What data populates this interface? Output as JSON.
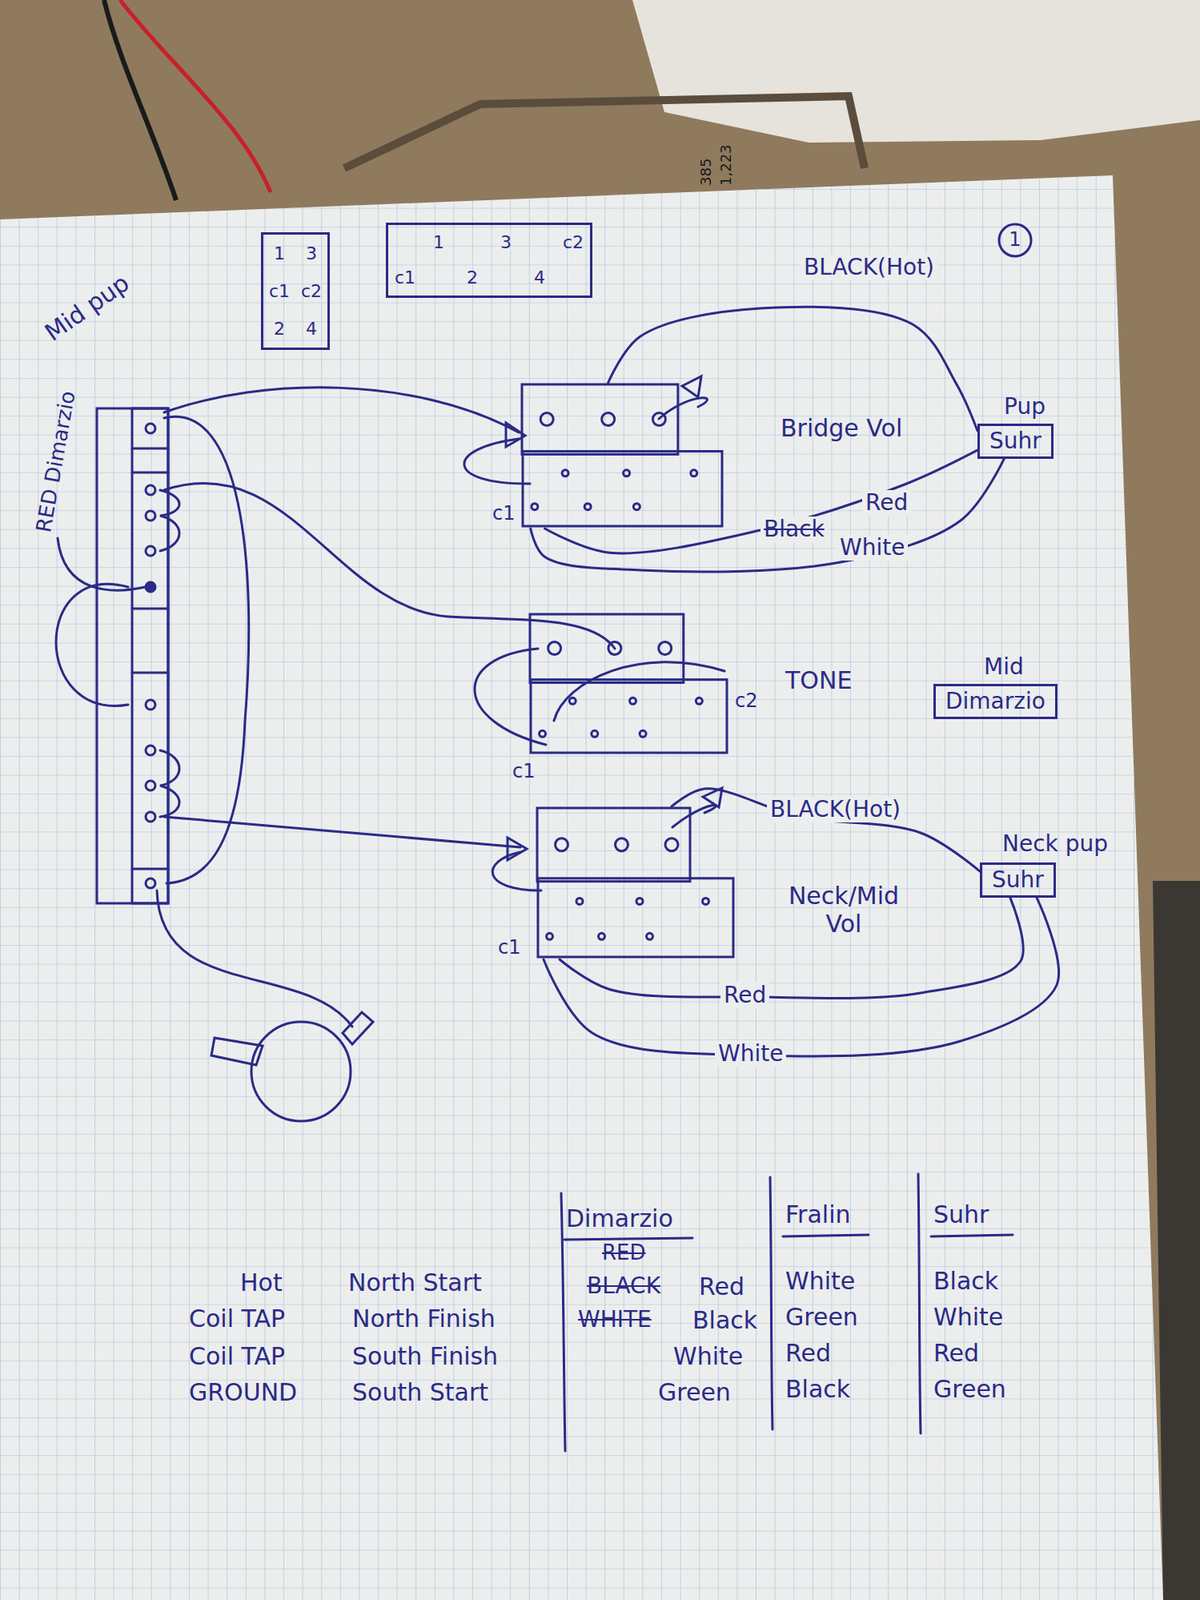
{
  "diagram": {
    "nodes": [
      {
        "text": [
          "1",
          "3",
          "c1",
          "c2",
          "2",
          "4"
        ]
      },
      {
        "text": [
          "1",
          "3",
          "c2",
          "c1",
          "2",
          "4"
        ]
      },
      {
        "text": [
          "Bridge Vol"
        ]
      },
      {
        "text": [
          "Pup",
          "Suhr"
        ]
      },
      {
        "text": [
          "TONE"
        ]
      },
      {
        "text": [
          "Mid",
          "Dimarzio"
        ]
      },
      {
        "text": [
          "Neck/Mid Vol"
        ]
      },
      {
        "text": [
          "Neck pup",
          "Suhr"
        ]
      }
    ],
    "edges": [
      {
        "from": 3,
        "to": 2,
        "arrow": "none",
        "label": "BLACK(Hot)"
      },
      {
        "from": 3,
        "to": 2,
        "arrow": "none",
        "label": "Red"
      },
      {
        "from": 3,
        "to": 2,
        "arrow": "none",
        "label": "White"
      },
      {
        "from": 7,
        "to": 6,
        "arrow": "none",
        "label": "BLACK(Hot)"
      },
      {
        "from": 7,
        "to": 6,
        "arrow": "none",
        "label": "Red"
      },
      {
        "from": 7,
        "to": 6,
        "arrow": "none",
        "label": "White"
      }
    ],
    "labels": [
      "Mid pup",
      "RED Dimarzio",
      "1",
      "c1",
      "Black",
      "c1",
      "c2",
      "c1",
      "Hot",
      "North Start",
      "Coil TAP",
      "North Finish",
      "Coil TAP",
      "South Finish",
      "GROUND",
      "South Start",
      "Dimarzio",
      "RED",
      "BLACK",
      "Red",
      "WHITE",
      "Black",
      "White",
      "Green",
      "Fralin",
      "White",
      "Green",
      "Red",
      "Black",
      "Suhr",
      "Black",
      "White",
      "Red",
      "Green",
      "385",
      "1,223"
    ]
  }
}
